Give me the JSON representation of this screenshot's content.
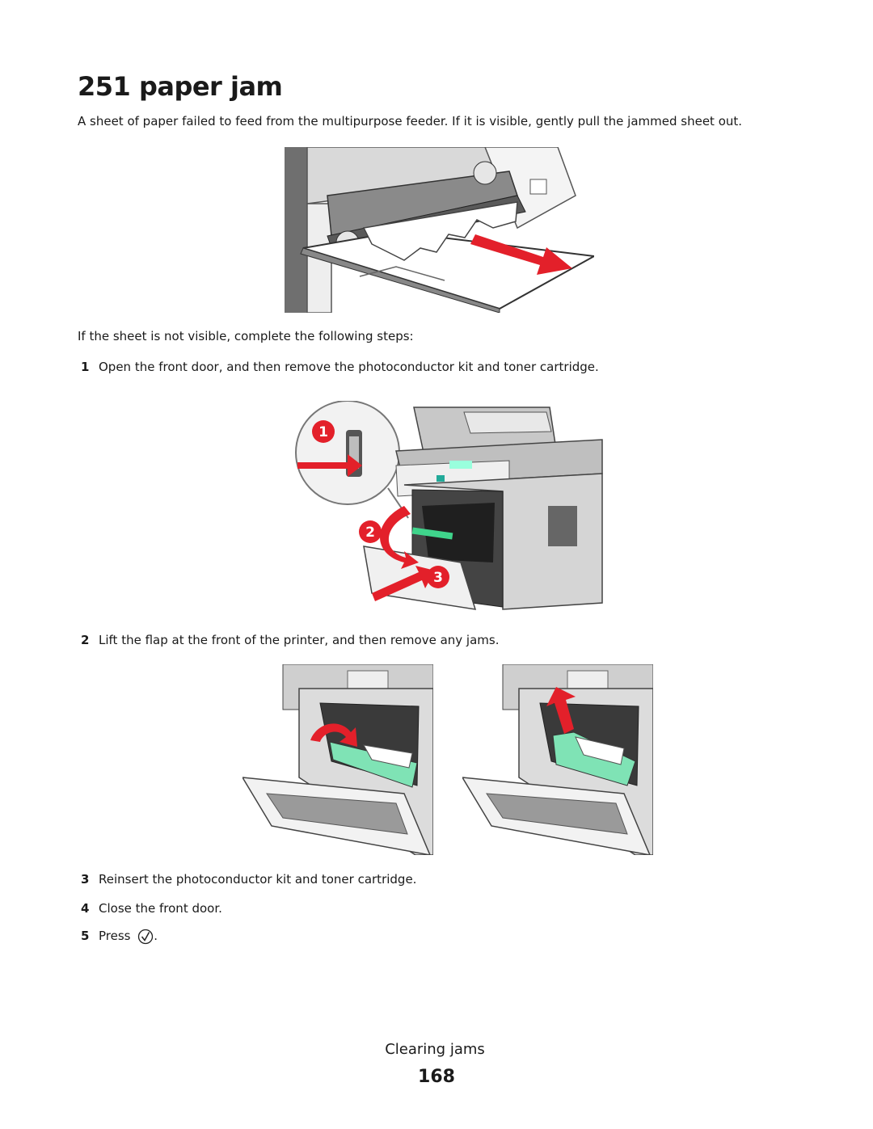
{
  "page": {
    "title": "251 paper jam",
    "intro": "A sheet of paper failed to feed from the multipurpose feeder. If it is visible, gently pull the jammed sheet out.",
    "lead": "If the sheet is not visible, complete the following steps:"
  },
  "steps": [
    {
      "num": "1",
      "text": "Open the front door, and then remove the photoconductor kit and toner cartridge."
    },
    {
      "num": "2",
      "text": "Lift the flap at the front of the printer, and then remove any jams."
    },
    {
      "num": "3",
      "text": "Reinsert the photoconductor kit and toner cartridge."
    },
    {
      "num": "4",
      "text": "Close the front door."
    },
    {
      "num": "5",
      "text": "Press",
      "suffix": "."
    }
  ],
  "figure2": {
    "callouts": [
      "1",
      "2",
      "3"
    ]
  },
  "footer": {
    "section": "Clearing jams",
    "page_number": "168"
  },
  "colors": {
    "arrow_red": "#e3202a",
    "flap_green": "#7fe3b5",
    "printer_gray": "#9a9a9a"
  },
  "icons": {
    "select_button": "check-circle-icon"
  }
}
